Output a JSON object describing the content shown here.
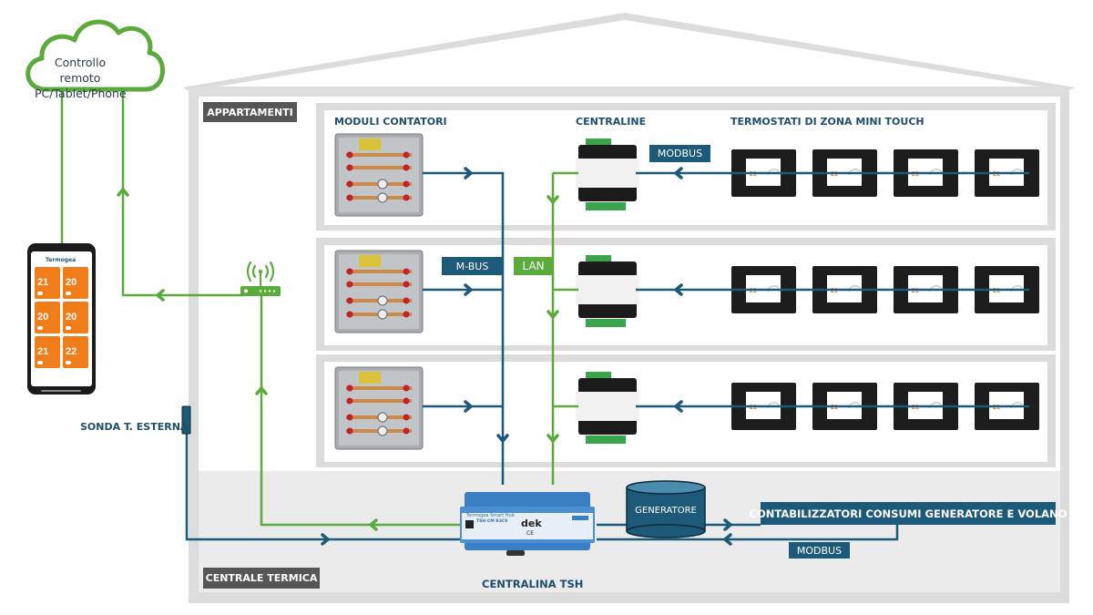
{
  "colors": {
    "blue": "#1d5a7a",
    "green": "#5aaa3c",
    "house_gray": "#dcdcdc",
    "zone_tag_gray": "#565656",
    "centrale_bg": "#ebebeb",
    "phone_tile_orange": "#f07c1a",
    "hub_blue": "#3a7fc4"
  },
  "cloud": {
    "line1": "Controllo remoto",
    "line2": "PC/Tablet/Phone",
    "icon": "cloud-icon"
  },
  "zones": {
    "appartamenti": "APPARTAMENTI",
    "centrale_termica": "CENTRALE TERMICA"
  },
  "section_titles": {
    "moduli_contatori": "MODULI CONTATORI",
    "centraline": "CENTRALINE",
    "termostati": "TERMOSTATI DI ZONA MINI TOUCH"
  },
  "bus_labels": {
    "modbus_top": "MODBUS",
    "mbus": "M-BUS",
    "lan": "LAN",
    "modbus_bottom": "MODBUS"
  },
  "phone": {
    "app_name": "Termogea",
    "tiles": [
      {
        "temp": "21"
      },
      {
        "temp": "20"
      },
      {
        "temp": "20"
      },
      {
        "temp": "20"
      },
      {
        "temp": "21"
      },
      {
        "temp": "22"
      }
    ]
  },
  "thermostat_display_temp": "21",
  "sonda": "SONDA T. ESTERNA",
  "generatore": "GENERATORE",
  "contabilizzatori": "CONTABILIZZATORI CONSUMI GENERATORE E VOLANO",
  "hub": {
    "caption": "CENTRALINA TSH",
    "brand": "Termogea Smart Hub",
    "model": "TSH-CM R3C0",
    "logo": "dek",
    "ce_mark": "CE"
  },
  "floors": 3,
  "thermostats_per_floor": 4
}
